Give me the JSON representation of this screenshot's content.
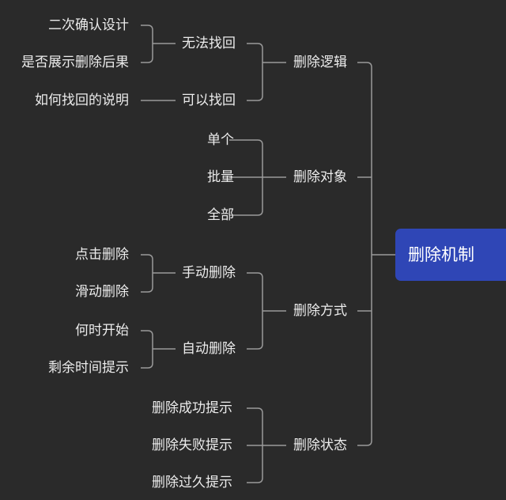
{
  "mindmap": {
    "root": "删除机制",
    "branches": [
      {
        "label": "删除逻辑",
        "children": [
          {
            "label": "无法找回",
            "children": [
              "二次确认设计",
              "是否展示删除后果"
            ]
          },
          {
            "label": "可以找回",
            "children": [
              "如何找回的说明"
            ]
          }
        ]
      },
      {
        "label": "删除对象",
        "children": [
          {
            "label": "单个"
          },
          {
            "label": "批量"
          },
          {
            "label": "全部"
          }
        ]
      },
      {
        "label": "删除方式",
        "children": [
          {
            "label": "手动删除",
            "children": [
              "点击删除",
              "滑动删除"
            ]
          },
          {
            "label": "自动删除",
            "children": [
              "何时开始",
              "剩余时间提示"
            ]
          }
        ]
      },
      {
        "label": "删除状态",
        "children": [
          {
            "label": "删除成功提示"
          },
          {
            "label": "删除失败提示"
          },
          {
            "label": "删除过久提示"
          }
        ]
      }
    ]
  },
  "colors": {
    "background": "#2a2a2a",
    "root_fill": "#2f46b6",
    "line": "#9a9a9a",
    "text": "#ececec"
  }
}
